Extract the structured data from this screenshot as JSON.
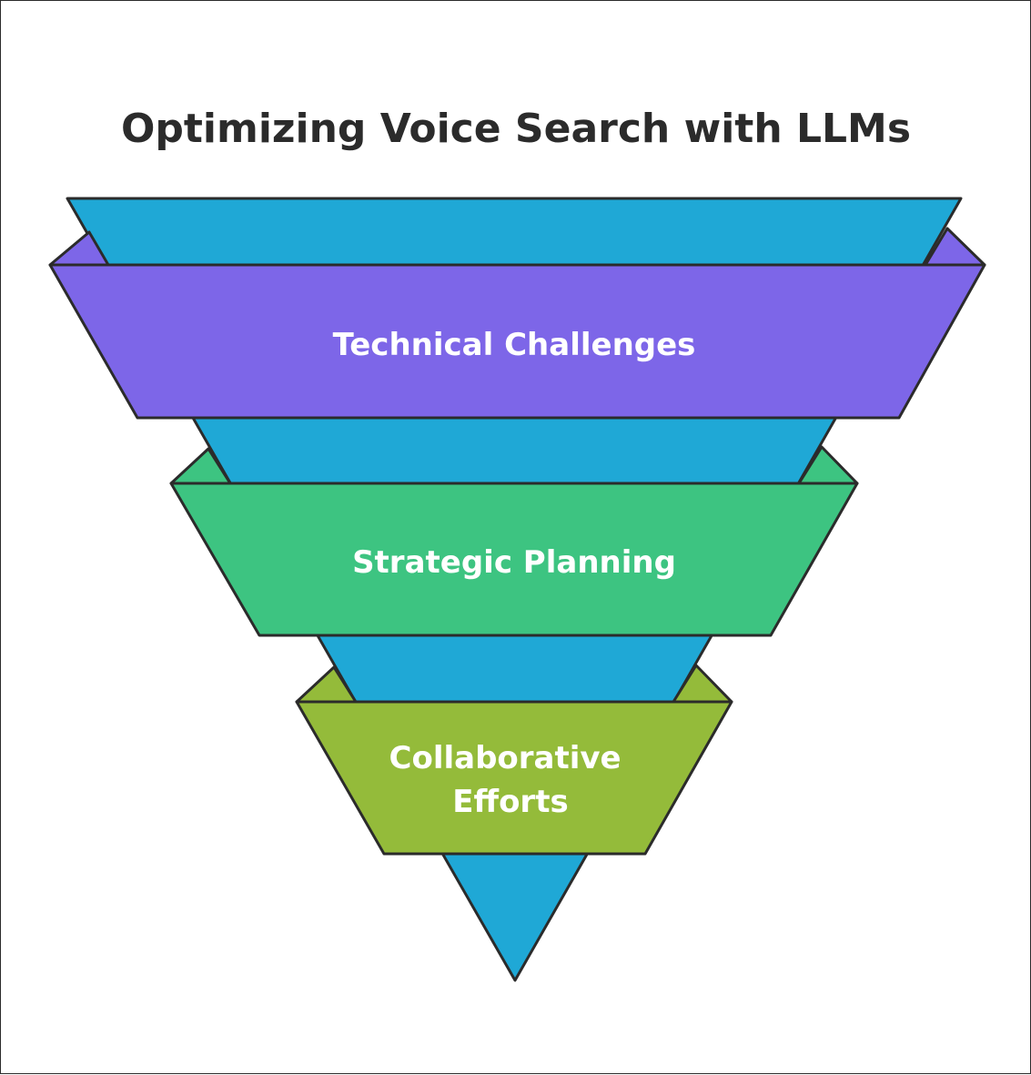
{
  "title": "Optimizing Voice Search with LLMs",
  "funnel": {
    "core_color": "#1fa8d6",
    "stages": [
      {
        "label_lines": [
          "Technical Challenges"
        ],
        "color": "#7d66e8"
      },
      {
        "label_lines": [
          "Strategic Planning"
        ],
        "color": "#3dc481"
      },
      {
        "label_lines": [
          "Collaborative",
          "Efforts"
        ],
        "color": "#94bb3a"
      }
    ]
  }
}
